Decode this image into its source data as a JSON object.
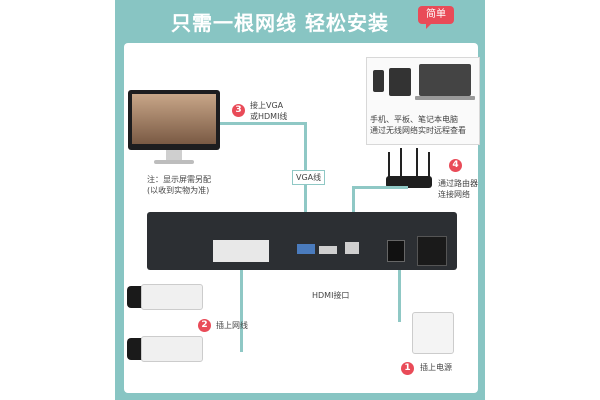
{
  "header": {
    "title": "只需一根网线 轻松安装",
    "badge": "简单"
  },
  "monitor": {
    "step": "3",
    "label_line1": "接上VGA",
    "label_line2": "或HDMI线",
    "note_line1": "注：显示屏需另配",
    "note_line2": "(以收到实物为准)"
  },
  "devices": {
    "caption_line1": "手机、平板、笔记本电脑",
    "caption_line2": "通过无线网络实时远程查看"
  },
  "router": {
    "step": "4",
    "label_line1": "通过路由器",
    "label_line2": "连接网络"
  },
  "cables": {
    "vga": "VGA线",
    "hdmi": "HDMI接口"
  },
  "cameras": {
    "step": "2",
    "label": "插上网线"
  },
  "power": {
    "step": "1",
    "label": "插上电源"
  },
  "colors": {
    "panel": "#88c5c3",
    "accent": "#e94b58",
    "nvr_body": "#2c2f33"
  }
}
